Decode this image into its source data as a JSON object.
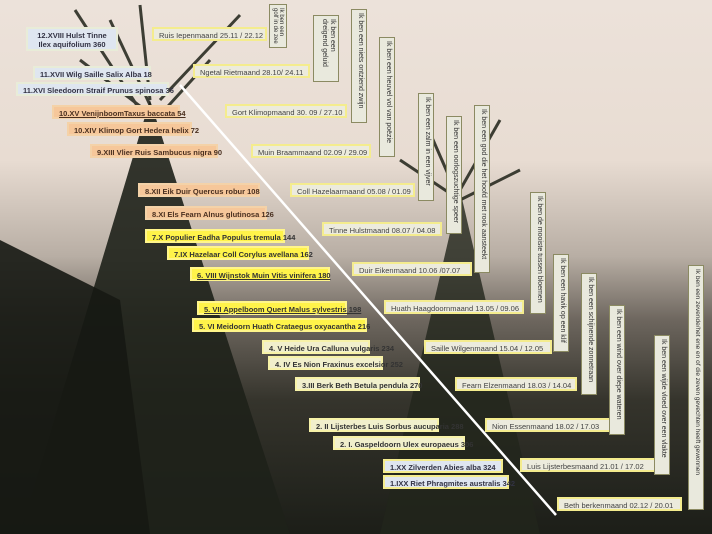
{
  "trees": [
    {
      "text": "12.XVIII Hulst Tinne Ilex aquifolium 360"
    },
    {
      "text": "11.XVII Wilg Saille Salix Alba 18"
    },
    {
      "text": "11.XVI Sleedoorn Straif Prunus spinosa 36"
    },
    {
      "text": "10.XV VenijnboomTaxus baccata 54"
    },
    {
      "text": "10.XIV Klimop Gort Hedera helix 72"
    },
    {
      "text": "9.XIII Vlier Ruis Sambucus nigra 90"
    },
    {
      "text": "8.XII Eik Duir Quercus robur 108"
    },
    {
      "text": "8.XI Els Fearn Alnus glutinosa 126"
    },
    {
      "text": "7.X Populier Eadha Populus tremula 144"
    },
    {
      "text": "7.IX Hazelaar Coll Corylus avellana 162"
    },
    {
      "text": "6. VIII Wijnstok Muin Vitis vinifera 180"
    },
    {
      "text": "5. VII Appelboom Quert Malus sylvestris 198"
    },
    {
      "text": "5. VI Meidoorn Huath Crataegus oxyacantha 216"
    },
    {
      "text": "4. V Heide Ura Calluna vulgaris 234"
    },
    {
      "text": "4. IV Es Nion Fraxinus excelsior 252"
    },
    {
      "text": "3.III Berk Beth Betula pendula 270"
    },
    {
      "text": "2. II Lijsterbes Luis Sorbus aucuparia 288"
    },
    {
      "text": "2. I. Gaspeldoorn Ulex europaeus 306"
    },
    {
      "text": "1.XX Zilverden Abies alba 324"
    },
    {
      "text": "1.IXX Riet Phragmites australis 342"
    }
  ],
  "months": [
    "Ruis Iepenmaand 25.11 / 22.12",
    "Ngetal Rietmaand 28.10/ 24.11",
    "Gort Klimopmaand 30. 09 / 27.10",
    "Muin Braammaand 02.09 / 29.09",
    "Coll Hazelaarmaand 05.08 / 01.09",
    "Tinne Hulstmaand 08.07 / 04.08",
    "Duir Eikenmaand 10.06 /07.07",
    "Huath Haagdoornmaand 13.05 / 09.06",
    "Saille Wilgenmaand 15.04 / 12.05",
    "Fearn Elzenmaand 18.03 / 14.04",
    "Nion Essenmaand 18.02 / 17.03",
    "Luis Lijsterbesmaand 21.01 / 17.02",
    "Beth berkenmaand 02.12 / 20.01"
  ],
  "verses": [
    "Ik ben een golf in de zee",
    "Ik ben een dreigend geluid",
    "Ik ben een niets ontziend zwijn",
    "Ik ben een heuvel vol van poëzie",
    "Ik ben een zalm in een vijver",
    "Ik ben een oorlogszuchtige speer",
    "Ik ben een god die het hoofd met rook aansteekt",
    "Ik ben de mooiste tussen bloemen",
    "Ik ben een havik op een klif",
    "Ik ben een schijnende zonnetraan",
    "Ik ben een wind over diepe wateren",
    "Ik ben een wijde vloed over een vlakte",
    "Ik ben een zevende/het ene en of die zeven gevechten heeft gewonnen"
  ]
}
